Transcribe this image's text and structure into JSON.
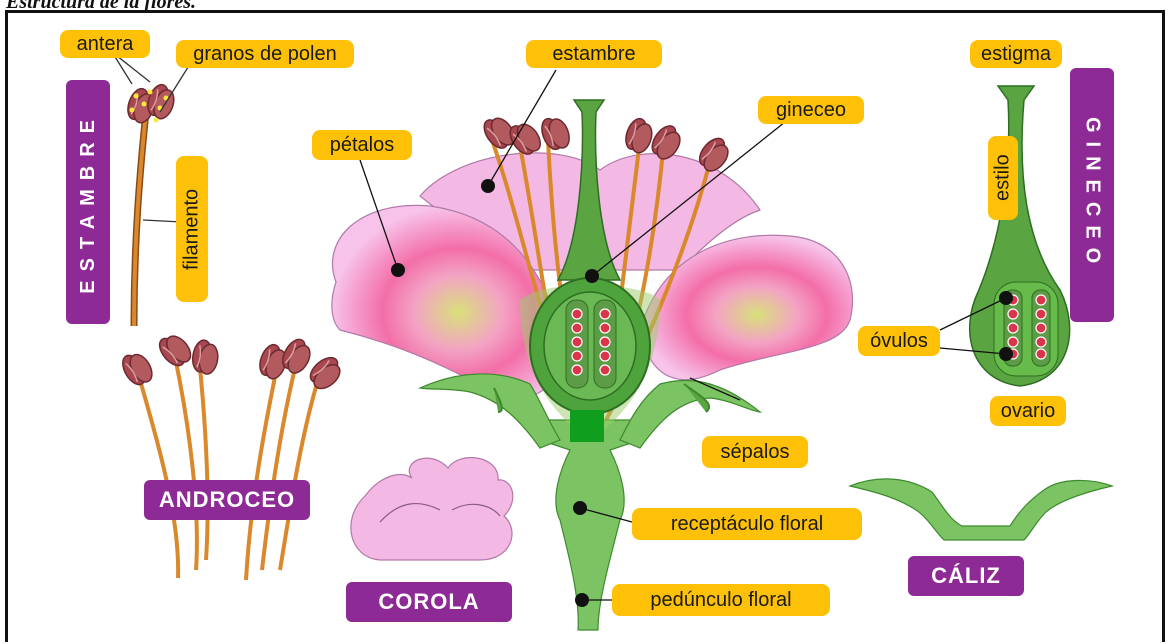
{
  "caption": "Estructura de la flores.",
  "labels": {
    "antera": "antera",
    "granos_de_polen": "granos de polen",
    "filamento": "filamento",
    "estambre": "estambre",
    "gineceo": "gineceo",
    "petalos": "pétalos",
    "estigma": "estigma",
    "estilo": "estilo",
    "ovulos": "óvulos",
    "ovario": "ovario",
    "sepalos": "sépalos",
    "receptaculo": "receptáculo floral",
    "pedunculo": "pedúnculo  floral"
  },
  "group_labels": {
    "estambre": "ESTAMBRE",
    "gineceo": "GINECEO",
    "androceo": "ANDROCEO",
    "corola": "COROLA",
    "caliz": "CÁLIZ"
  },
  "colors": {
    "label_bg": "#ffc107",
    "group_bg": "#8e2a96",
    "petal": "#f4b8e4",
    "green": "#66bb4a",
    "filament": "#d9892b",
    "anther": "#a8474f"
  }
}
